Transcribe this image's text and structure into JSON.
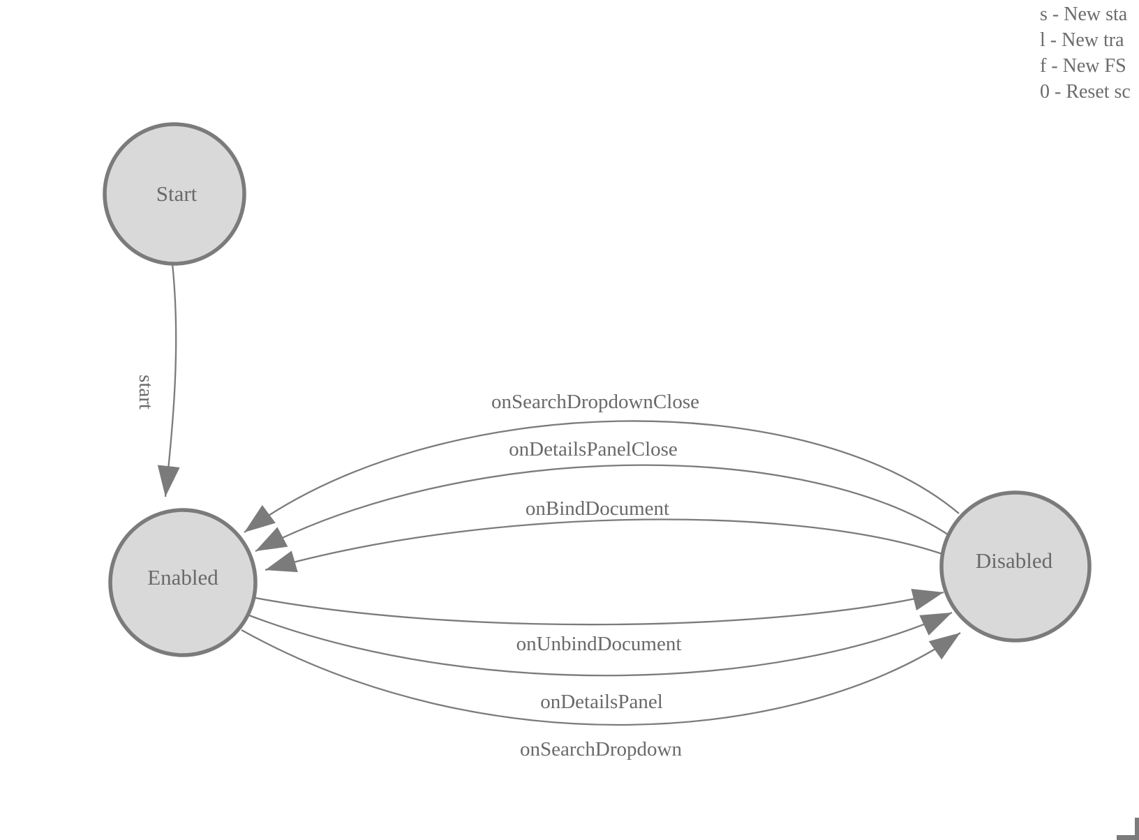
{
  "colors": {
    "background": "#ffffff",
    "node_fill": "#d9d9d9",
    "node_stroke": "#7b7b7b",
    "edge_stroke": "#7b7b7b",
    "arrow_fill": "#7b7b7b",
    "label_text": "#696969",
    "help_text": "#6b6b6b"
  },
  "nodes": [
    {
      "id": "start",
      "label": "Start"
    },
    {
      "id": "enabled",
      "label": "Enabled"
    },
    {
      "id": "disabled",
      "label": "Disabled"
    }
  ],
  "edges": [
    {
      "label": "start",
      "from": "Start",
      "to": "Enabled"
    },
    {
      "label": "onSearchDropdownClose",
      "from": "Disabled",
      "to": "Enabled"
    },
    {
      "label": "onDetailsPanelClose",
      "from": "Disabled",
      "to": "Enabled"
    },
    {
      "label": "onBindDocument",
      "from": "Disabled",
      "to": "Enabled"
    },
    {
      "label": "onUnbindDocument",
      "from": "Enabled",
      "to": "Disabled"
    },
    {
      "label": "onDetailsPanel",
      "from": "Enabled",
      "to": "Disabled"
    },
    {
      "label": "onSearchDropdown",
      "from": "Enabled",
      "to": "Disabled"
    }
  ],
  "help_legend": {
    "lines": [
      "s - New sta",
      "l - New tra",
      "f - New FS",
      "0 - Reset sc"
    ]
  }
}
